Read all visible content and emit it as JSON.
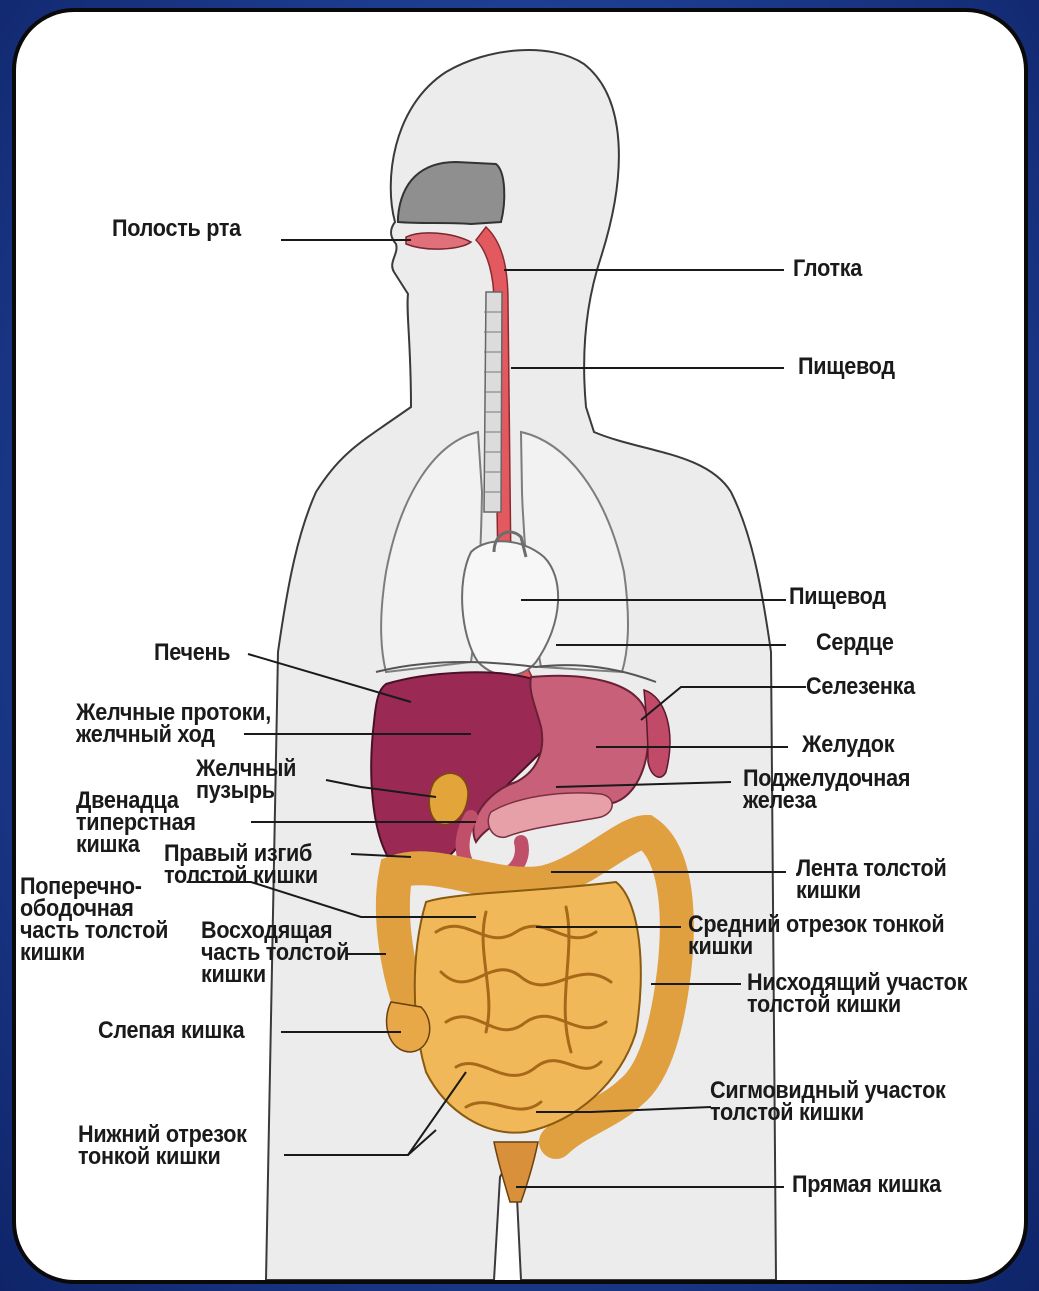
{
  "colors": {
    "frame": "#1e3f94",
    "panel": "#ffffff",
    "body_fill": "#e9e9e9",
    "liver": "#9a2a53",
    "stomach": "#c65a70",
    "intestine": "#e6a53c",
    "esophagus": "#d9434d",
    "lung_outline": "#7d7d7d"
  },
  "labels": {
    "mouth": "Полость рта",
    "pharynx": "Глотка",
    "esophagus_top": "Пищевод",
    "esophagus_mid": "Пищевод",
    "heart": "Сердце",
    "liver": "Печень",
    "spleen": "Селезенка",
    "bile_ducts": "Желчные протоки,\nжелчный ход",
    "stomach": "Желудок",
    "gallbladder": "Желчный\nпузырь",
    "pancreas": "Поджелудочная\nжелеза",
    "duodenum": "Двенадца\nтиперстная\nкишка",
    "right_flexure": "Правый изгиб\nтолстой кишки",
    "colon_band": "Лента толстой\nкишки",
    "transverse_colon": "Поперечно-\nободочная\nчасть толстой\nкишки",
    "ascending_colon": "Восходящая\nчасть толстой\nкишки",
    "jejunum": "Средний отрезок тонкой\nкишки",
    "descending_colon": "Нисходящий участок\nтолстой кишки",
    "cecum": "Слепая кишка",
    "sigmoid": "Сигмовидный участок\nтолстой кишки",
    "ileum": "Нижний отрезок\nтонкой кишки",
    "rectum": "Прямая кишка"
  }
}
